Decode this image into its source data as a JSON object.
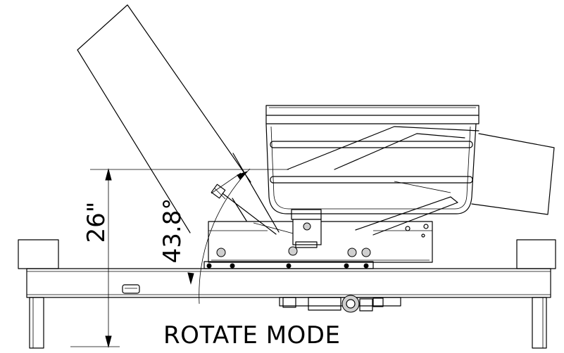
{
  "dimensions": {
    "height": "26\"",
    "angle": "43.8°"
  },
  "caption": "ROTATE MODE"
}
